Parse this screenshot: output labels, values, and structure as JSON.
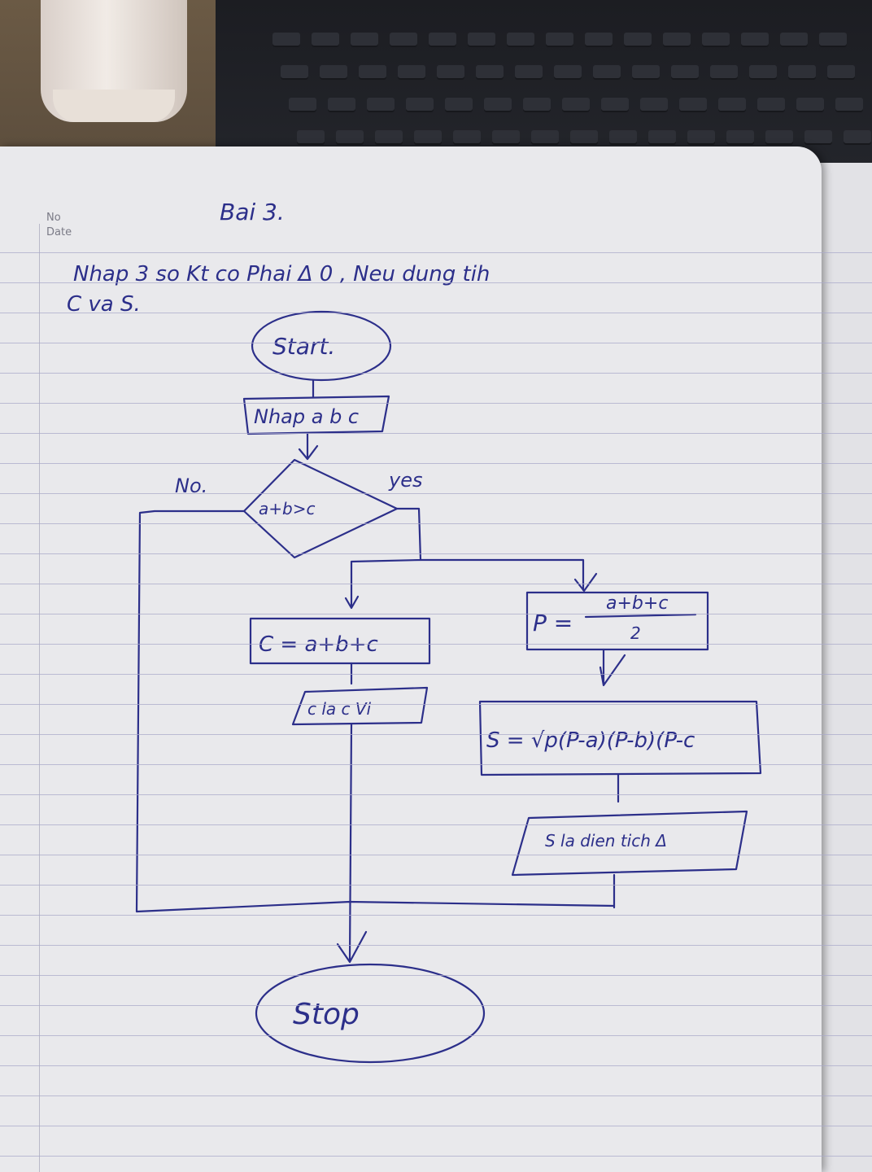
{
  "notebook": {
    "no_label": "No",
    "date_label": "Date"
  },
  "handwriting": {
    "title": "Bai 3.",
    "task_line1": "Nhap 3 so Kt co Phai Δ 0 , Neu dung tih",
    "task_line2": "C va S."
  },
  "flowchart": {
    "start": "Start.",
    "input": "Nhap a b c",
    "condition": "a+b>c",
    "no_label": "No.",
    "yes_label": "yes",
    "perimeter": "C = a+b+c",
    "perimeter_output": "c la c Vi",
    "half_perimeter_numerator": "a+b+c",
    "half_perimeter_denominator": "2",
    "half_perimeter_var": "P =",
    "area": "S = √p(P-a)(P-b)(P-c",
    "area_output": "S la dien tich Δ",
    "stop": "Stop"
  },
  "colors": {
    "ink": "#2c2f8a",
    "paper": "#e9e9ec",
    "rule": "#a9a9c9"
  }
}
